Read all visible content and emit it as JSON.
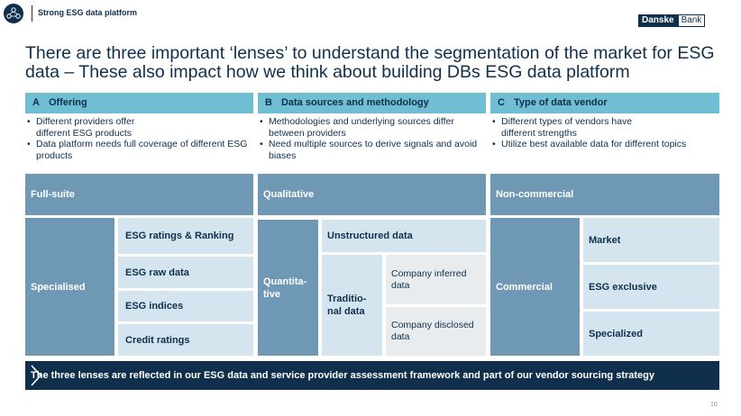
{
  "header": {
    "label": "Strong ESG data platform",
    "brand_part1": "Danske",
    "brand_part2": "Bank"
  },
  "title": "There are three important ‘lenses’ to understand the segmentation of the market for ESG data – These also impact how we think about building DBs ESG data platform",
  "columns": [
    {
      "letter": "A",
      "heading": "Offering",
      "bullets": [
        "Different providers offer different ESG products",
        "Data platform needs full coverage of different ESG products"
      ],
      "band": "Full-suite"
    },
    {
      "letter": "B",
      "heading": "Data sources and methodology",
      "bullets": [
        "Methodologies and underlying sources differ between providers",
        "Need multiple sources to derive signals and avoid biases"
      ],
      "band": "Qualitative"
    },
    {
      "letter": "C",
      "heading": "Type of data vendor",
      "bullets": [
        "Different types of vendors have different strengths",
        "Utilize best available data for different topics"
      ],
      "band": "Non-commercial"
    }
  ],
  "offering": {
    "group": "Specialised",
    "items": [
      "ESG ratings & Ranking",
      "ESG raw data",
      "ESG indices",
      "Credit ratings"
    ]
  },
  "methodology": {
    "group": "Quantita-tive",
    "unstructured": "Unstructured data",
    "traditional": "Traditio-nal data",
    "inferred": "Company inferred data",
    "disclosed": "Company disclosed data"
  },
  "vendor": {
    "group": "Commercial",
    "items": [
      "Market",
      "ESG exclusive",
      "Specialized"
    ]
  },
  "footer": "The three lenses are reflected in our ESG data and service provider assessment framework and part of our vendor sourcing strategy",
  "page_number": "10",
  "colors": {
    "navy": "#0f2f4c",
    "teal_header": "#6fbed2",
    "steel_blue": "#6e98b4",
    "light_blue": "#d5e5ef",
    "light_grey": "#e9ecee"
  }
}
